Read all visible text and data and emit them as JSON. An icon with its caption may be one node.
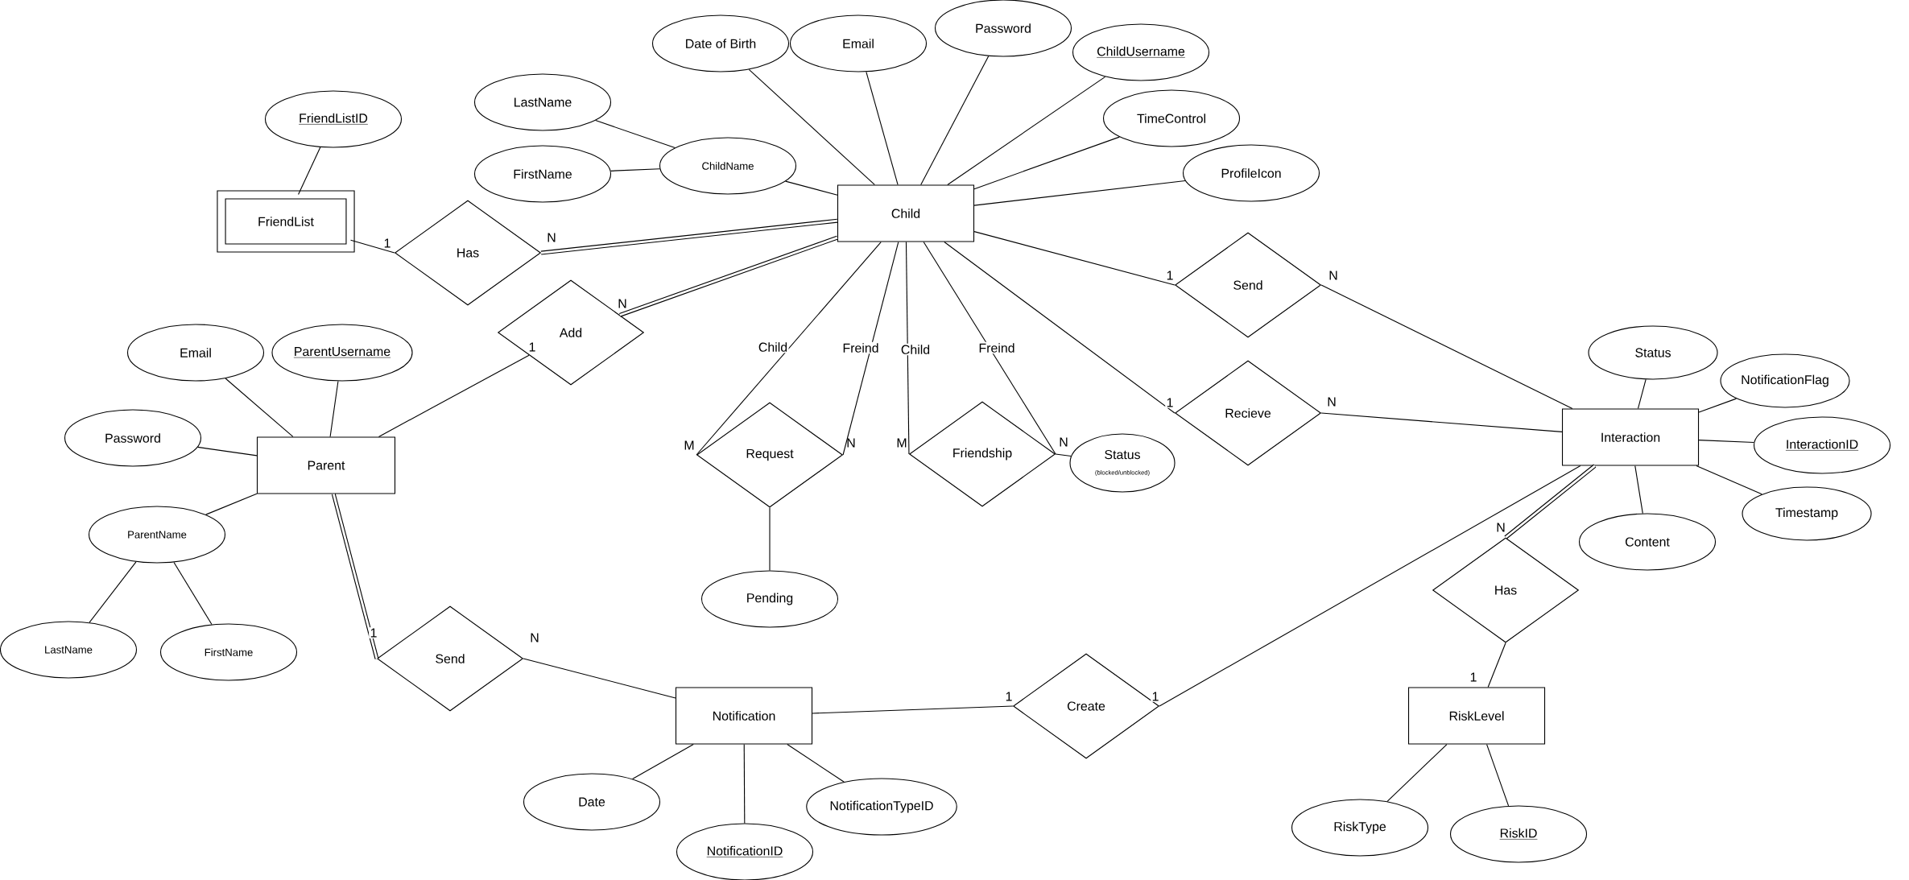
{
  "diagram": {
    "nodes": [
      {
        "text": [
          "Child"
        ]
      },
      {
        "text": [
          "FriendList"
        ]
      },
      {
        "text": [
          "Parent"
        ]
      },
      {
        "text": [
          "Interaction"
        ]
      },
      {
        "text": [
          "Notification"
        ]
      },
      {
        "text": [
          "RiskLevel"
        ]
      },
      {
        "text": [
          "Has"
        ]
      },
      {
        "text": [
          "Add"
        ]
      },
      {
        "text": [
          "Request"
        ]
      },
      {
        "text": [
          "Friendship"
        ]
      },
      {
        "text": [
          "Send"
        ]
      },
      {
        "text": [
          "Recieve"
        ]
      },
      {
        "text": [
          "Send"
        ]
      },
      {
        "text": [
          "Create"
        ]
      },
      {
        "text": [
          "Has"
        ]
      },
      {
        "text": [
          "Date of Birth"
        ]
      },
      {
        "text": [
          "Email"
        ]
      },
      {
        "text": [
          "Password"
        ]
      },
      {
        "text": [
          "ChildUsername"
        ]
      },
      {
        "text": [
          "TimeControl"
        ]
      },
      {
        "text": [
          "ProfileIcon"
        ]
      },
      {
        "text": [
          "ChildName"
        ]
      },
      {
        "text": [
          "LastName"
        ]
      },
      {
        "text": [
          "FirstName"
        ]
      },
      {
        "text": [
          "FriendListID"
        ]
      },
      {
        "text": [
          "Email"
        ]
      },
      {
        "text": [
          "ParentUsername"
        ]
      },
      {
        "text": [
          "Password"
        ]
      },
      {
        "text": [
          "ParentName"
        ]
      },
      {
        "text": [
          "LastName"
        ]
      },
      {
        "text": [
          "FirstName"
        ]
      },
      {
        "text": [
          "Pending"
        ]
      },
      {
        "text": [
          "Status",
          "(blocked/unblocked)"
        ]
      },
      {
        "text": [
          "Status"
        ]
      },
      {
        "text": [
          "NotificationFlag"
        ]
      },
      {
        "text": [
          "InteractionID"
        ]
      },
      {
        "text": [
          "Timestamp"
        ]
      },
      {
        "text": [
          "Content"
        ]
      },
      {
        "text": [
          "Date"
        ]
      },
      {
        "text": [
          "NotificationID"
        ]
      },
      {
        "text": [
          "NotificationTypeID"
        ]
      },
      {
        "text": [
          "RiskType"
        ]
      },
      {
        "text": [
          "RiskID"
        ]
      }
    ],
    "edges": [
      {
        "from": 1,
        "to": 6,
        "arrow": "none",
        "label": "1"
      },
      {
        "from": 6,
        "to": 0,
        "arrow": "none",
        "label": "N",
        "style": "thick"
      },
      {
        "from": 2,
        "to": 7,
        "arrow": "none",
        "label": "1"
      },
      {
        "from": 7,
        "to": 0,
        "arrow": "none",
        "label": "N",
        "style": "thick"
      },
      {
        "from": 0,
        "to": 8,
        "arrow": "none",
        "label": "Child"
      },
      {
        "from": 0,
        "to": 8,
        "arrow": "none",
        "label": "Freind"
      },
      {
        "from": 0,
        "to": 9,
        "arrow": "none",
        "label": "Child"
      },
      {
        "from": 0,
        "to": 9,
        "arrow": "none",
        "label": "Freind"
      },
      {
        "from": 0,
        "to": 10,
        "arrow": "none",
        "label": "1"
      },
      {
        "from": 10,
        "to": 3,
        "arrow": "none",
        "label": "N"
      },
      {
        "from": 0,
        "to": 11,
        "arrow": "none",
        "label": "1"
      },
      {
        "from": 11,
        "to": 3,
        "arrow": "none",
        "label": "N"
      },
      {
        "from": 2,
        "to": 12,
        "arrow": "none",
        "label": "1",
        "style": "thick"
      },
      {
        "from": 12,
        "to": 4,
        "arrow": "none",
        "label": "N"
      },
      {
        "from": 4,
        "to": 13,
        "arrow": "none",
        "label": "1"
      },
      {
        "from": 13,
        "to": 3,
        "arrow": "none",
        "label": "1"
      },
      {
        "from": 3,
        "to": 14,
        "arrow": "none",
        "label": "N",
        "style": "thick"
      },
      {
        "from": 14,
        "to": 5,
        "arrow": "none",
        "label": "1"
      },
      {
        "from": 8,
        "to": 31,
        "arrow": "none"
      },
      {
        "from": 9,
        "to": 32,
        "arrow": "none"
      },
      {
        "from": 0,
        "to": 15,
        "arrow": "none"
      },
      {
        "from": 0,
        "to": 16,
        "arrow": "none"
      },
      {
        "from": 0,
        "to": 17,
        "arrow": "none"
      },
      {
        "from": 0,
        "to": 18,
        "arrow": "none"
      },
      {
        "from": 0,
        "to": 19,
        "arrow": "none"
      },
      {
        "from": 0,
        "to": 20,
        "arrow": "none"
      },
      {
        "from": 0,
        "to": 21,
        "arrow": "none"
      },
      {
        "from": 21,
        "to": 22,
        "arrow": "none"
      },
      {
        "from": 21,
        "to": 23,
        "arrow": "none"
      },
      {
        "from": 1,
        "to": 24,
        "arrow": "none"
      },
      {
        "from": 2,
        "to": 25,
        "arrow": "none"
      },
      {
        "from": 2,
        "to": 26,
        "arrow": "none"
      },
      {
        "from": 2,
        "to": 27,
        "arrow": "none"
      },
      {
        "from": 2,
        "to": 28,
        "arrow": "none"
      },
      {
        "from": 28,
        "to": 29,
        "arrow": "none"
      },
      {
        "from": 28,
        "to": 30,
        "arrow": "none"
      },
      {
        "from": 3,
        "to": 33,
        "arrow": "none"
      },
      {
        "from": 3,
        "to": 34,
        "arrow": "none"
      },
      {
        "from": 3,
        "to": 35,
        "arrow": "none"
      },
      {
        "from": 3,
        "to": 36,
        "arrow": "none"
      },
      {
        "from": 3,
        "to": 37,
        "arrow": "none"
      },
      {
        "from": 4,
        "to": 38,
        "arrow": "none"
      },
      {
        "from": 4,
        "to": 39,
        "arrow": "none"
      },
      {
        "from": 4,
        "to": 40,
        "arrow": "none"
      },
      {
        "from": 5,
        "to": 41,
        "arrow": "none"
      },
      {
        "from": 5,
        "to": 42,
        "arrow": "none"
      }
    ],
    "labels": [
      "M",
      "N",
      "M",
      "N"
    ]
  }
}
